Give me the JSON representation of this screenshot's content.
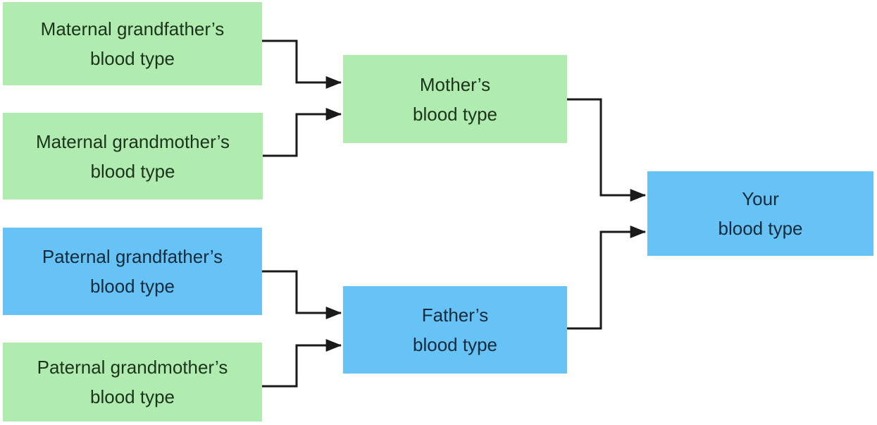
{
  "nodes": {
    "maternal_grandfather": {
      "line1": "Maternal grandfather’s",
      "line2": "blood type",
      "fill": "green"
    },
    "maternal_grandmother": {
      "line1": "Maternal grandmother’s",
      "line2": "blood type",
      "fill": "green"
    },
    "paternal_grandfather": {
      "line1": "Paternal grandfather’s",
      "line2": "blood type",
      "fill": "blue"
    },
    "paternal_grandmother": {
      "line1": "Paternal grandmother’s",
      "line2": "blood type",
      "fill": "green"
    },
    "mother": {
      "line1": "Mother’s",
      "line2": "blood type",
      "fill": "green"
    },
    "father": {
      "line1": "Father’s",
      "line2": "blood type",
      "fill": "blue"
    },
    "you": {
      "line1": "Your",
      "line2": "blood type",
      "fill": "blue"
    }
  },
  "colors": {
    "green": "#b0ecb0",
    "blue": "#67c3f5",
    "green_text": "#1c331c",
    "blue_text": "#132b3d",
    "line": "#1a1a1a",
    "background": "#ffffff"
  }
}
